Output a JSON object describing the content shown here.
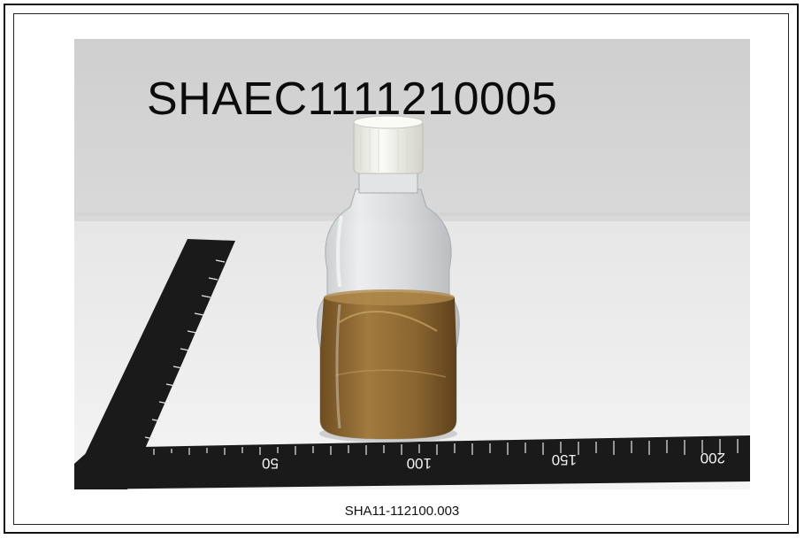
{
  "photo": {
    "sample_id_label": "SHAEC1111210005",
    "ruler_numbers": [
      "50",
      "100",
      "150",
      "200"
    ]
  },
  "caption": "SHA11-112100.003",
  "colors": {
    "wall": "#d3d3d3",
    "table": "#ececec",
    "ruler": "#1a1a1a",
    "liquid": "#8f6a33",
    "cap": "#f3f2ec"
  }
}
